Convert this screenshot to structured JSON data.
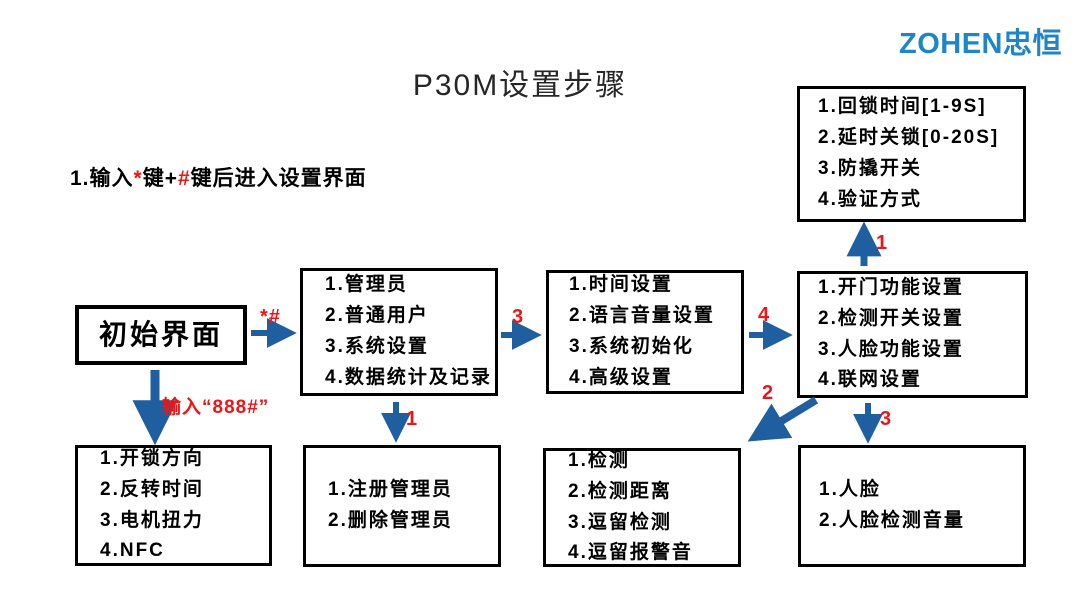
{
  "logo": {
    "latin": "ZOHEN",
    "cjk": "忠恒",
    "color": "#1E86C8"
  },
  "title": "P30M设置步骤",
  "instruction": {
    "parts": [
      "1.输入",
      "*",
      "键+",
      "#",
      "键后进入设置界面"
    ]
  },
  "boxes": {
    "initial": {
      "title": "初始界面"
    },
    "main_menu": {
      "lines": [
        "1.管理员",
        "2.普通用户",
        "3.系统设置",
        "4.数据统计及记录"
      ]
    },
    "system_settings": {
      "lines": [
        "1.时间设置",
        "2.语言音量设置",
        "3.系统初始化",
        "4.高级设置"
      ]
    },
    "advanced": {
      "lines": [
        "1.开门功能设置",
        "2.检测开关设置",
        "3.人脸功能设置",
        "4.联网设置"
      ]
    },
    "door_function": {
      "lines": [
        "1.回锁时间[1-9S]",
        "2.延时关锁[0-20S]",
        "3.防撬开关",
        "4.验证方式"
      ]
    },
    "motor": {
      "lines": [
        "1.开锁方向",
        "2.反转时间",
        "3.电机扭力",
        "4.NFC"
      ]
    },
    "admin": {
      "lines": [
        "1.注册管理员",
        "2.删除管理员"
      ]
    },
    "detection": {
      "lines": [
        "1.检测",
        "2.检测距离",
        "3.逗留检测",
        "4.逗留报警音"
      ]
    },
    "face": {
      "lines": [
        "1.人脸",
        "2.人脸检测音量"
      ]
    }
  },
  "arrow_labels": {
    "to_main_menu": "*#",
    "to_system": "3",
    "to_advanced": "4",
    "to_door_function": "1",
    "to_motor": "输入“888#”",
    "to_admin": "1",
    "to_detection": "2",
    "to_face": "3"
  },
  "colors": {
    "arrow_blue": "#1F5FA0",
    "accent_red": "#F01414",
    "border_black": "#000000"
  }
}
